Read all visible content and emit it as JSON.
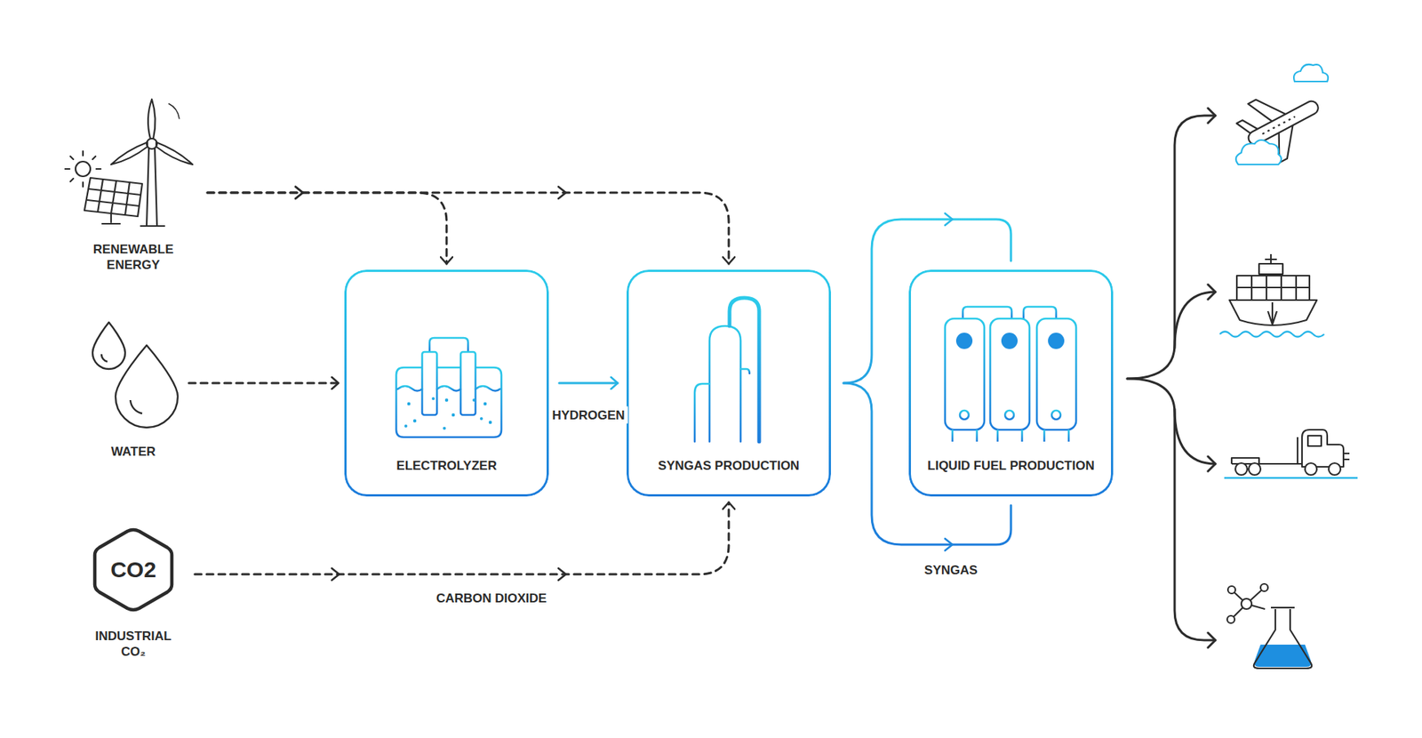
{
  "diagram": {
    "nodes": [
      {
        "text": [
          "RENEWABLE ENERGY"
        ]
      },
      {
        "text": [
          "WATER"
        ]
      },
      {
        "text": [
          "CO2",
          "INDUSTRIAL CO₂"
        ]
      },
      {
        "text": [
          "ELECTROLYZER"
        ]
      },
      {
        "text": [
          "SYNGAS PRODUCTION"
        ]
      },
      {
        "text": [
          "LIQUID FUEL PRODUCTION"
        ]
      }
    ],
    "edges": [
      {
        "from": 0,
        "to": 3,
        "arrow": "to"
      },
      {
        "from": 0,
        "to": 4,
        "arrow": "to"
      },
      {
        "from": 1,
        "to": 3,
        "arrow": "to"
      },
      {
        "from": 2,
        "to": 4,
        "label": "CARBON DIOXIDE",
        "arrow": "to"
      },
      {
        "from": 3,
        "to": 4,
        "label": "HYDROGEN",
        "arrow": "to"
      },
      {
        "from": 4,
        "to": 5,
        "label": "SYNGAS",
        "arrow": "to"
      }
    ]
  }
}
